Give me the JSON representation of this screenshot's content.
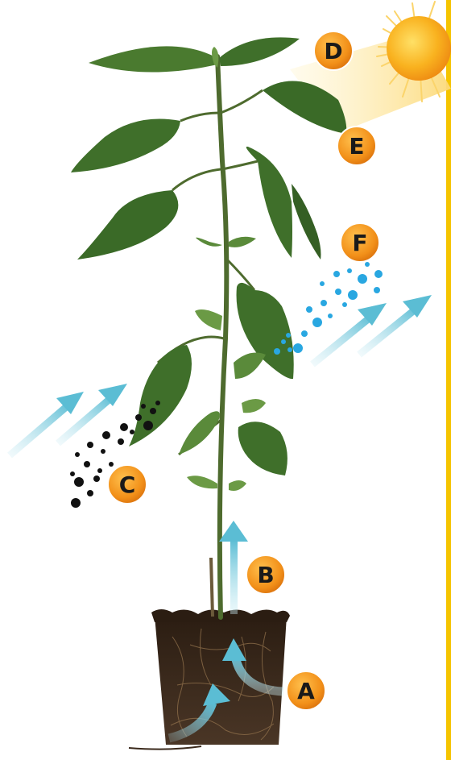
{
  "colors": {
    "sun": "#f7a21b",
    "sun_core": "#ffd34d",
    "sun_ray": "#fbd46b",
    "light_beam": "#fde7a3",
    "border": "#f5c400",
    "stem": "#4e6b2e",
    "leaf": "#3f6f2a",
    "leaf_dark": "#2c5420",
    "leaf_light": "#6b9a45",
    "soil": "#3b2a1c",
    "soil_light": "#6b5136",
    "arrow": "#69c3d8",
    "marker_fill": "#f08c1a",
    "water_dots": "#29a7e1",
    "co2_dots": "#111111"
  },
  "markers": {
    "A": "A",
    "B": "B",
    "C": "C",
    "D": "D",
    "E": "E",
    "F": "F"
  }
}
